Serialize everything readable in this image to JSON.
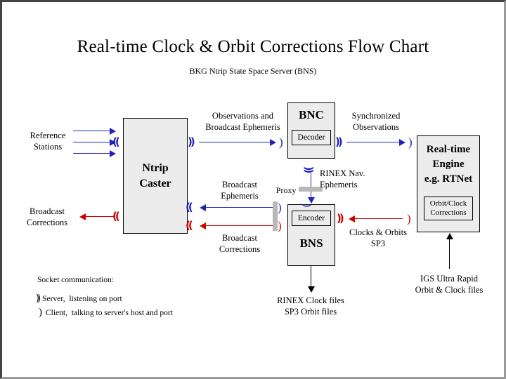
{
  "page": {
    "title": "Real-time Clock & Orbit Corrections Flow Chart",
    "subtitle": "BKG Ntrip State Space Server  (BNS)"
  },
  "nodes": {
    "ntrip_caster": {
      "title": "Ntrip\nCaster"
    },
    "bnc": {
      "title": "BNC",
      "sub": "Decoder"
    },
    "bns": {
      "title": "BNS",
      "sub": "Encoder"
    },
    "rt_engine": {
      "title": "Real-time\nEngine\ne.g. RTNet",
      "sub": "Orbit/Clock\nCorrections"
    }
  },
  "labels": {
    "reference_stations": "Reference\nStations",
    "broadcast_corrections_out": "Broadcast\nCorrections",
    "observations_and_broadcast_ephemeris": "Observations and\nBroadcast Ephemeris",
    "synchronized_observations": "Synchronized\nObservations",
    "rinex_nav_ephemeris": "RINEX Nav.\nEphemeris",
    "broadcast_ephemeris": "Broadcast\nEphemeris",
    "broadcast_corrections_bns": "Broadcast\nCorrections",
    "proxy": "Proxy",
    "clocks_and_orbits_sp3": "Clocks & Orbits\nSP3",
    "rinex_clock_sp3_files": "RINEX Clock files\nSP3 Orbit files",
    "igs_ultra_rapid": "IGS Ultra Rapid\nOrbit & Clock files"
  },
  "legend": {
    "heading": "Socket communication:",
    "server_glyph": "))",
    "server_text": "Server,  listening on port",
    "client_glyph": ")",
    "client_text": "Client,  talking to server's host and port"
  },
  "glyphs": {
    "server_socket": "))",
    "client_socket": ")"
  },
  "colors": {
    "blue": "#2222bb",
    "red": "#d00000",
    "black": "#000000",
    "box_fill": "#ececec",
    "proxy_bar": "#b8b8b8",
    "frame_dark": "#444444",
    "frame_light": "#9a9a9a"
  }
}
